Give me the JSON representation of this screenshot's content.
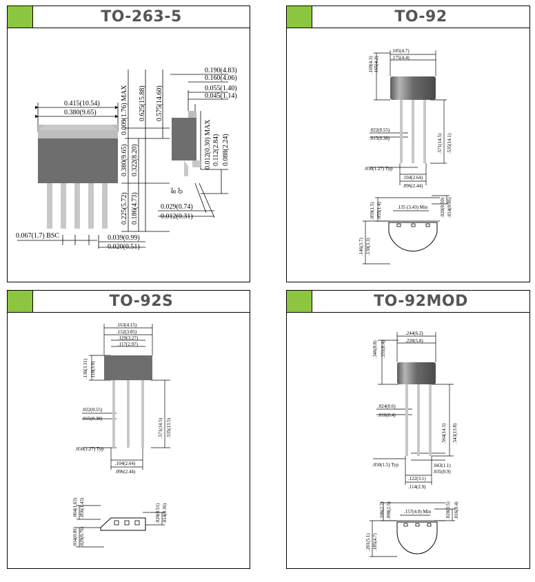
{
  "colors": {
    "accent": "#8cc63f",
    "body": "#6e6e6e",
    "top": "#bdbdbd",
    "lead": "#c8c8c8"
  },
  "panels": {
    "p1": {
      "title": "TO-263-5",
      "labels": {
        "w_max": "0.415(10.54)",
        "w_min": "0.380(9.65)",
        "h_max": "0.009(1.76) MAX",
        "v_625": "0.625(15.88)",
        "v_575": "0.575(14.60)",
        "v_380": "0.380(9.65)",
        "v_322": "0.322(8.20)",
        "v_225": "0.225(5.72)",
        "v_186": "0.186(4.73)",
        "pitch": "0.067(1.7) BSC",
        "lw1": "0.039(0.99)",
        "lw2": "0.020(0.51)",
        "t1": "0.190(4.83)",
        "t2": "0.160(4.06)",
        "t3": "0.055(1.40)",
        "t4": "0.045(1.14)",
        "s_max": "0.012(0.30) MAX",
        "s1": "0.112(2.84)",
        "s2": "0.088(2.24)",
        "deg8": "8°",
        "deg0": "0°",
        "f1": "0.029(0.74)",
        "f2": "0.012(0.31)"
      }
    },
    "p2": {
      "title": "TO-92",
      "labels": {
        "w1": ".185(4.7)",
        "w2": ".175(4.4)",
        "h1": ".169(4.3)",
        "h2": ".165(4.2)",
        "lw1": ".022(0.55)",
        "lw2": ".015(0.38)",
        "l1": ".571(14.5)",
        "l2": ".535(14.1)",
        "lt": ".050(1.27) Typ",
        "p1": ".104(2.64)",
        "p2": ".096(2.44)",
        "b1": ".059(1.5)",
        "b2": ".055(1.4)",
        "c1": ".135 (3.43) Min",
        "c2": ".020(0.50)",
        "c3": ".014(0.36)",
        "r1": ".146(3.7)",
        "r2": ".130(3.3)"
      }
    },
    "p3": {
      "title": "TO-92S",
      "labels": {
        "w1": ".163(4.15)",
        "w2": ".152(3.85)",
        "w3": ".129(3.27)",
        "w4": ".117(2.97)",
        "h1": ".130(3.31)",
        "h2": ".118(3.0)",
        "lw1": ".022(0.55)",
        "lw2": ".015(0.38)",
        "l1": ".571(14.5)",
        "l2": ".535(13.5)",
        "lt": ".050(1.27) Typ",
        "p1": ".104(2.64)",
        "p2": ".096(2.44)",
        "b1": ".064(1.63)",
        "b2": ".056(1.43)",
        "c1": ".020(0.51)",
        "c2": ".014(0.36)",
        "d1": ".034(0.86)",
        "d2": ".029(0.76)"
      }
    },
    "p4": {
      "title": "TO-92MOD",
      "labels": {
        "w1": ".244(6.2)",
        "w2": ".228(5.8)",
        "h1": ".346(8.8)",
        "h2": ".331(8.4)",
        "lw1": ".024(0.6)",
        "lw2": ".016(0.4)",
        "l1": ".564(14.3)",
        "l2": ".543(13.8)",
        "lt": ".050(1.5) Typ",
        "p1": ".043(1.1)",
        "p2": ".035(0.9)",
        "pp1": ".122(3.1)",
        "pp2": ".114(2.9)",
        "b1": ".106(2.7)",
        "b2": ".098(2.5)",
        "c1": ".157(4.0) Min",
        "c2": ".020(0.5)",
        "c3": ".016(0.4)",
        "r1": ".201(5.1)",
        "r2": ".185(4.7)"
      }
    }
  }
}
